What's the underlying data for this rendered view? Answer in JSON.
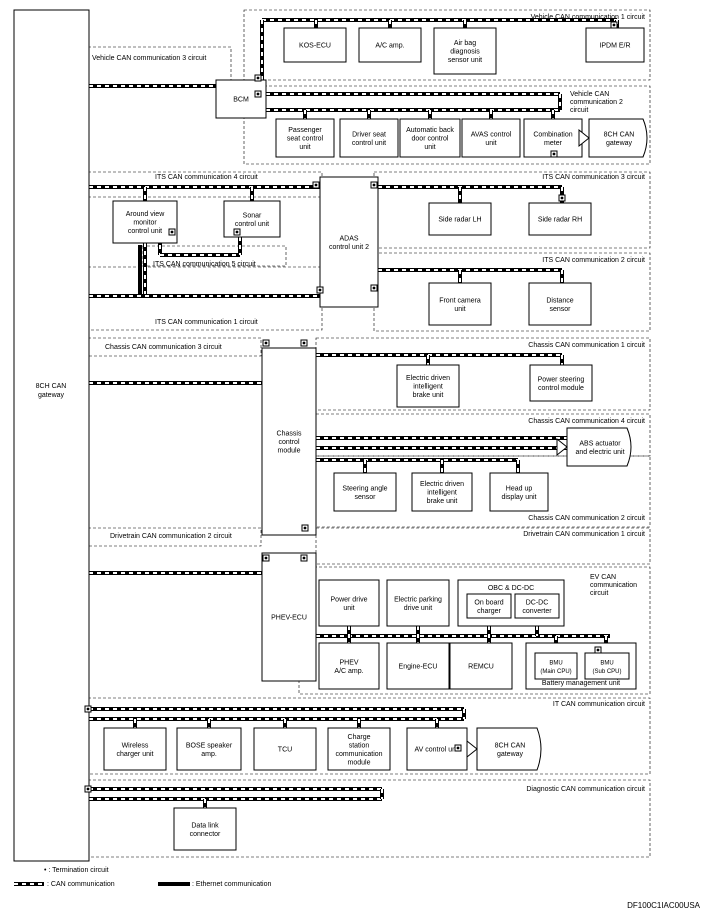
{
  "gateway": {
    "label": [
      "8CH CAN",
      "gateway"
    ]
  },
  "footer": {
    "code": "DF100C1IAC00USA"
  },
  "legend": {
    "termination": "• : Termination circuit",
    "can": ": CAN communication",
    "ethernet": ": Ethernet communication"
  },
  "circuits": [
    {
      "id": "vcan1",
      "label": [
        "Vehicle CAN communication 1 circuit"
      ]
    },
    {
      "id": "vcan3",
      "label": [
        "Vehicle CAN communication 3 circuit"
      ]
    },
    {
      "id": "vcan2",
      "label": [
        "Vehicle CAN",
        "communication 2",
        "circuit"
      ]
    },
    {
      "id": "its4",
      "label": [
        "ITS CAN communication 4 circuit"
      ]
    },
    {
      "id": "its3",
      "label": [
        "ITS CAN communication 3 circuit"
      ]
    },
    {
      "id": "its5",
      "label": [
        "ITS CAN communication 5 circuit"
      ]
    },
    {
      "id": "its2",
      "label": [
        "ITS CAN communication 2 circuit"
      ]
    },
    {
      "id": "its1",
      "label": [
        "ITS CAN communication 1 circuit"
      ]
    },
    {
      "id": "ch3",
      "label": [
        "Chassis CAN communication 3 circuit"
      ]
    },
    {
      "id": "ch1",
      "label": [
        "Chassis CAN communication 1 circuit"
      ]
    },
    {
      "id": "ch4",
      "label": [
        "Chassis CAN communication 4 circuit"
      ]
    },
    {
      "id": "ch2",
      "label": [
        "Chassis CAN communication 2 circuit"
      ]
    },
    {
      "id": "dt2",
      "label": [
        "Drivetrain CAN communication 2 circuit"
      ]
    },
    {
      "id": "dt1",
      "label": [
        "Drivetrain CAN communication 1 circuit"
      ]
    },
    {
      "id": "ev",
      "label": [
        "EV CAN",
        "communication",
        "circuit"
      ]
    },
    {
      "id": "it",
      "label": [
        "IT CAN communication circuit"
      ]
    },
    {
      "id": "diag",
      "label": [
        "Diagnostic CAN communication circuit"
      ]
    }
  ],
  "units": [
    {
      "id": "kos-ecu",
      "label": [
        "KOS-ECU"
      ]
    },
    {
      "id": "ac-amp",
      "label": [
        "A/C amp."
      ]
    },
    {
      "id": "airbag",
      "label": [
        "Air bag",
        "diagnosis",
        "sensor unit"
      ]
    },
    {
      "id": "ipdm",
      "label": [
        "IPDM E/R"
      ]
    },
    {
      "id": "bcm",
      "label": [
        "BCM"
      ]
    },
    {
      "id": "passenger-seat",
      "label": [
        "Passenger",
        "seat control",
        "unit"
      ]
    },
    {
      "id": "driver-seat",
      "label": [
        "Driver seat",
        "control unit"
      ]
    },
    {
      "id": "back-door",
      "label": [
        "Automatic back",
        "door control",
        "unit"
      ]
    },
    {
      "id": "avas",
      "label": [
        "AVAS control",
        "unit"
      ]
    },
    {
      "id": "combination-meter",
      "label": [
        "Combination",
        "meter"
      ]
    },
    {
      "id": "gw2",
      "label": [
        "8CH CAN",
        "gateway"
      ]
    },
    {
      "id": "around-view",
      "label": [
        "Around view",
        "monitor",
        "control unit"
      ]
    },
    {
      "id": "sonar",
      "label": [
        "Sonar",
        "control unit"
      ]
    },
    {
      "id": "adas",
      "label": [
        "ADAS",
        "control unit 2"
      ]
    },
    {
      "id": "side-radar-lh",
      "label": [
        "Side radar LH"
      ]
    },
    {
      "id": "side-radar-rh",
      "label": [
        "Side radar RH"
      ]
    },
    {
      "id": "front-camera",
      "label": [
        "Front camera",
        "unit"
      ]
    },
    {
      "id": "distance-sensor",
      "label": [
        "Distance",
        "sensor"
      ]
    },
    {
      "id": "chassis-module",
      "label": [
        "Chassis",
        "control",
        "module"
      ]
    },
    {
      "id": "edib1",
      "label": [
        "Electric driven",
        "intelligent",
        "brake unit"
      ]
    },
    {
      "id": "power-steering",
      "label": [
        "Power steering",
        "control module"
      ]
    },
    {
      "id": "abs",
      "label": [
        "ABS actuator",
        "and electric unit"
      ]
    },
    {
      "id": "steering-angle",
      "label": [
        "Steering angle",
        "sensor"
      ]
    },
    {
      "id": "edib2",
      "label": [
        "Electric driven",
        "intelligent",
        "brake unit"
      ]
    },
    {
      "id": "head-up",
      "label": [
        "Head up",
        "display unit"
      ]
    },
    {
      "id": "phev-ecu",
      "label": [
        "PHEV-ECU"
      ]
    },
    {
      "id": "power-drive",
      "label": [
        "Power drive",
        "unit"
      ]
    },
    {
      "id": "parking",
      "label": [
        "Electric parking",
        "drive unit"
      ]
    },
    {
      "id": "obc-group",
      "label": [
        "OBC & DC-DC"
      ]
    },
    {
      "id": "obc",
      "label": [
        "On board",
        "charger"
      ]
    },
    {
      "id": "dcdc",
      "label": [
        "DC-DC",
        "converter"
      ]
    },
    {
      "id": "phev-ac",
      "label": [
        "PHEV",
        "A/C amp."
      ]
    },
    {
      "id": "engine-ecu",
      "label": [
        "Engine-ECU"
      ]
    },
    {
      "id": "remcu",
      "label": [
        "REMCU"
      ]
    },
    {
      "id": "bmu-group",
      "label": [
        "Battery management unit"
      ]
    },
    {
      "id": "bmu-main",
      "label": [
        "BMU",
        "(Main CPU)"
      ]
    },
    {
      "id": "bmu-sub",
      "label": [
        "BMU",
        "(Sub CPU)"
      ]
    },
    {
      "id": "wireless",
      "label": [
        "Wireless",
        "charger unit"
      ]
    },
    {
      "id": "bose",
      "label": [
        "BOSE speaker",
        "amp."
      ]
    },
    {
      "id": "tcu",
      "label": [
        "TCU"
      ]
    },
    {
      "id": "charge-station",
      "label": [
        "Charge",
        "station",
        "communication",
        "module"
      ]
    },
    {
      "id": "av-control",
      "label": [
        "AV control unit"
      ]
    },
    {
      "id": "gw3",
      "label": [
        "8CH CAN",
        "gateway"
      ]
    },
    {
      "id": "data-link",
      "label": [
        "Data link",
        "connector"
      ]
    }
  ]
}
